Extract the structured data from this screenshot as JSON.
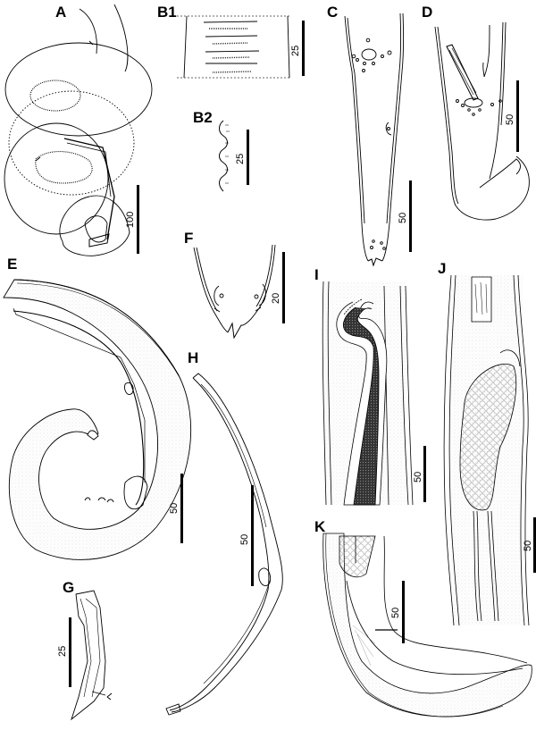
{
  "figure": {
    "panels": [
      {
        "id": "A",
        "label": "A",
        "scale_bar": "100"
      },
      {
        "id": "B1",
        "label": "B1",
        "scale_bar": "25"
      },
      {
        "id": "B2",
        "label": "B2",
        "scale_bar": "25"
      },
      {
        "id": "C",
        "label": "C",
        "scale_bar": "50"
      },
      {
        "id": "D",
        "label": "D",
        "scale_bar": "50"
      },
      {
        "id": "E",
        "label": "E",
        "scale_bar": "50"
      },
      {
        "id": "F",
        "label": "F",
        "scale_bar": "20"
      },
      {
        "id": "G",
        "label": "G",
        "scale_bar": "25"
      },
      {
        "id": "H",
        "label": "H",
        "scale_bar": "50"
      },
      {
        "id": "I",
        "label": "I",
        "scale_bar": "50"
      },
      {
        "id": "J",
        "label": "J",
        "scale_bar": "50"
      },
      {
        "id": "K",
        "label": "K",
        "scale_bar": "50"
      }
    ]
  }
}
